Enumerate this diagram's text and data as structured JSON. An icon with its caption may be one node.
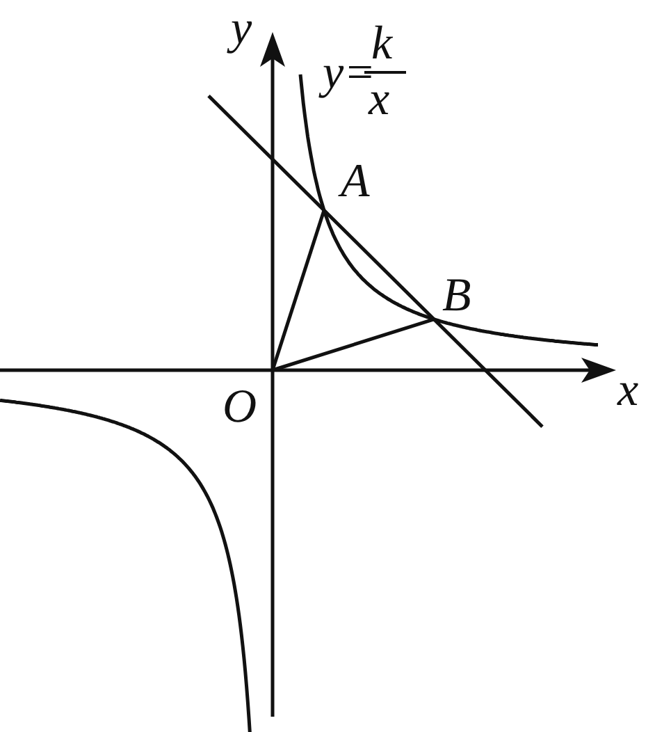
{
  "diagram": {
    "labels": [
      "y",
      "y=",
      "k",
      "x",
      "A",
      "B",
      "O",
      "x"
    ]
  }
}
